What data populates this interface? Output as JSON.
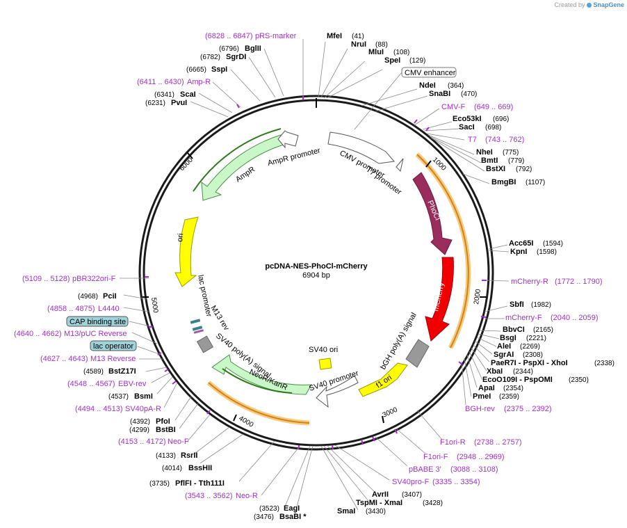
{
  "credit": {
    "prefix": "Created by",
    "brand": "SnapGene"
  },
  "plasmid": {
    "name": "pcDNA-NES-PhoCl-mCherry",
    "size_label": "6904 bp"
  },
  "ticks": [
    "1000",
    "2000",
    "3000",
    "4000",
    "5000",
    "6000"
  ],
  "features": {
    "cmv_promoter": "CMV promoter",
    "t7_promoter": "T7 promoter",
    "phocl": "PhoCl",
    "mcherry": "mCherry",
    "bgh": "bGH poly(A) signal",
    "f1ori": "f1 ori",
    "sv40_promoter": "SV40 promoter",
    "sv40_ori": "SV40 ori",
    "neo": "NeoR/KanR",
    "sv40_polya": "SV40 poly(A) signal",
    "m13rev": "M13 rev",
    "lac_promoter": "lac promoter",
    "ori": "ori",
    "ampr": "AmpR",
    "ampr_promoter": "AmpR promoter"
  },
  "boxed": {
    "cmv_enhancer": "CMV enhancer",
    "cap_site": "CAP binding site",
    "lac_operator": "lac operator"
  },
  "right_labels": [
    {
      "key": "MfeI",
      "name": "MfeI",
      "pos": "(41)"
    },
    {
      "key": "NruI",
      "name": "NruI",
      "pos": "(88)"
    },
    {
      "key": "MluI",
      "name": "MluI",
      "pos": "(108)"
    },
    {
      "key": "SpeI",
      "name": "SpeI",
      "pos": "(129)"
    },
    {
      "key": "NdeI",
      "name": "NdeI",
      "pos": "(364)"
    },
    {
      "key": "SnaBI",
      "name": "SnaBI",
      "pos": "(470)"
    },
    {
      "key": "CMVF",
      "range": "(649 .. 669)",
      "primer": "CMV-F"
    },
    {
      "key": "Eco53kI",
      "name": "Eco53kI",
      "pos": "(696)"
    },
    {
      "key": "SacI",
      "name": "SacI",
      "pos": "(698)"
    },
    {
      "key": "T7",
      "range": "(743 .. 762)",
      "primer": "T7"
    },
    {
      "key": "NheI",
      "name": "NheI",
      "pos": "(775)"
    },
    {
      "key": "BmtI",
      "name": "BmtI",
      "pos": "(779)"
    },
    {
      "key": "BstXI",
      "name": "BstXI",
      "pos": "(792)"
    },
    {
      "key": "BmgBI",
      "name": "BmgBI",
      "pos": "(1107)"
    },
    {
      "key": "Acc65I",
      "name": "Acc65I",
      "pos": "(1594)"
    },
    {
      "key": "KpnI",
      "name": "KpnI",
      "pos": "(1598)"
    },
    {
      "key": "mCherryR",
      "range": "(1772 .. 1790)",
      "primer": "mCherry-R"
    },
    {
      "key": "SbfI",
      "name": "SbfI",
      "pos": "(1982)"
    },
    {
      "key": "mCherryF",
      "range": "(2040 .. 2059)",
      "primer": "mCherry-F"
    },
    {
      "key": "BbvCI",
      "name": "BbvCI",
      "pos": "(2165)"
    },
    {
      "key": "BsgI",
      "name": "BsgI",
      "pos": "(2221)"
    },
    {
      "key": "AleI",
      "name": "AleI",
      "pos": "(2269)"
    },
    {
      "key": "SgrAI",
      "name": "SgrAI",
      "pos": "(2308)"
    },
    {
      "key": "PaeR7I",
      "name": "PaeR7I  - PspXI  - XhoI",
      "pos": "(2338)"
    },
    {
      "key": "XbaI",
      "name": "XbaI",
      "pos": "(2344)"
    },
    {
      "key": "EcoO109I",
      "name": "EcoO109I  - PspOMI",
      "pos": "(2350)"
    },
    {
      "key": "ApaI",
      "name": "ApaI",
      "pos": "(2354)"
    },
    {
      "key": "PmeI",
      "name": "PmeI",
      "pos": "(2359)"
    },
    {
      "key": "BGHrev",
      "primer": "BGH-rev",
      "range": "(2375 .. 2392)"
    }
  ],
  "bottom_labels": [
    {
      "key": "F1oriR",
      "primer": "F1ori-R",
      "range": "(2738 .. 2757)"
    },
    {
      "key": "F1oriF",
      "primer": "F1ori-F",
      "range": "(2948 .. 2969)"
    },
    {
      "key": "pBABE",
      "primer": "pBABE 3'",
      "range": "(3088 .. 3108)"
    },
    {
      "key": "SV40proF",
      "primer": "SV40pro-F",
      "range": "(3335 .. 3354)"
    },
    {
      "key": "AvrII",
      "name": "AvrII",
      "pos": "(3407)"
    },
    {
      "key": "TspMI",
      "name": "TspMI  - XmaI",
      "pos": "(3428)"
    },
    {
      "key": "SmaI",
      "name": "SmaI",
      "pos": "(3430)"
    },
    {
      "key": "EagI",
      "name": "EagI",
      "pos": "(3523)"
    },
    {
      "key": "BsaBI",
      "name": "BsaBI *",
      "pos": "(3476)"
    },
    {
      "key": "NeoR",
      "primer": "Neo-R",
      "range": "(3543 .. 3562)"
    },
    {
      "key": "PflFI",
      "name": "PflFI  - Tth111I",
      "pos": "(3735)"
    },
    {
      "key": "BssHII",
      "name": "BssHII",
      "pos": "(4014)"
    },
    {
      "key": "RsrII",
      "name": "RsrII",
      "pos": "(4133)"
    }
  ],
  "left_labels": [
    {
      "key": "NeoF",
      "primer": "Neo-F",
      "range": "(4153 .. 4172)"
    },
    {
      "key": "BstBI",
      "name": "BstBI",
      "pos": "(4299)"
    },
    {
      "key": "PfoI",
      "name": "PfoI",
      "pos": "(4392)"
    },
    {
      "key": "SV40pAR",
      "primer": "SV40pA-R",
      "range": "(4494 .. 4513)"
    },
    {
      "key": "BsmI",
      "name": "BsmI",
      "pos": "(4537)"
    },
    {
      "key": "EBVrev",
      "primer": "EBV-rev",
      "range": "(4548 .. 4567)"
    },
    {
      "key": "BstZ17I",
      "name": "BstZ17I",
      "pos": "(4589)"
    },
    {
      "key": "M13Rev",
      "primer": "M13 Reverse",
      "range": "(4627 .. 4643)"
    },
    {
      "key": "M13pUC",
      "primer": "M13/pUC Reverse",
      "range": "(4640 .. 4662)"
    },
    {
      "key": "L4440",
      "primer": "L4440",
      "range": "(4858 .. 4875)"
    },
    {
      "key": "PciI",
      "name": "PciI",
      "pos": "(4968)"
    },
    {
      "key": "pBR322",
      "primer": "pBR322ori-F",
      "range": "(5109 .. 5128)"
    },
    {
      "key": "PvuI",
      "name": "PvuI",
      "pos": "(6231)"
    },
    {
      "key": "ScaI",
      "name": "ScaI",
      "pos": "(6341)"
    },
    {
      "key": "AmpR",
      "primer": "Amp-R",
      "range": "(6411 .. 6430)"
    },
    {
      "key": "SspI",
      "name": "SspI",
      "pos": "(6665)"
    },
    {
      "key": "SgrDI",
      "name": "SgrDI",
      "pos": "(6782)"
    },
    {
      "key": "BglII",
      "name": "BglII",
      "pos": "(6796)"
    },
    {
      "key": "pRS",
      "primer": "pRS-marker",
      "range": "(6828 .. 6847)"
    }
  ],
  "colors": {
    "backbone": "#1a1a1a",
    "phocl": "#9b2d5c",
    "mcherry": "#f00000",
    "ori": "#ffff00",
    "ampr": "#c9f7c8",
    "neo": "#c9f7c8",
    "grey": "#999999",
    "orange_glow": "#f5cb7b",
    "primer": "#a22fc9",
    "green_line": "#2d7a1c",
    "orange_line": "#d4801c",
    "box_fill": "#9fd2d9"
  }
}
